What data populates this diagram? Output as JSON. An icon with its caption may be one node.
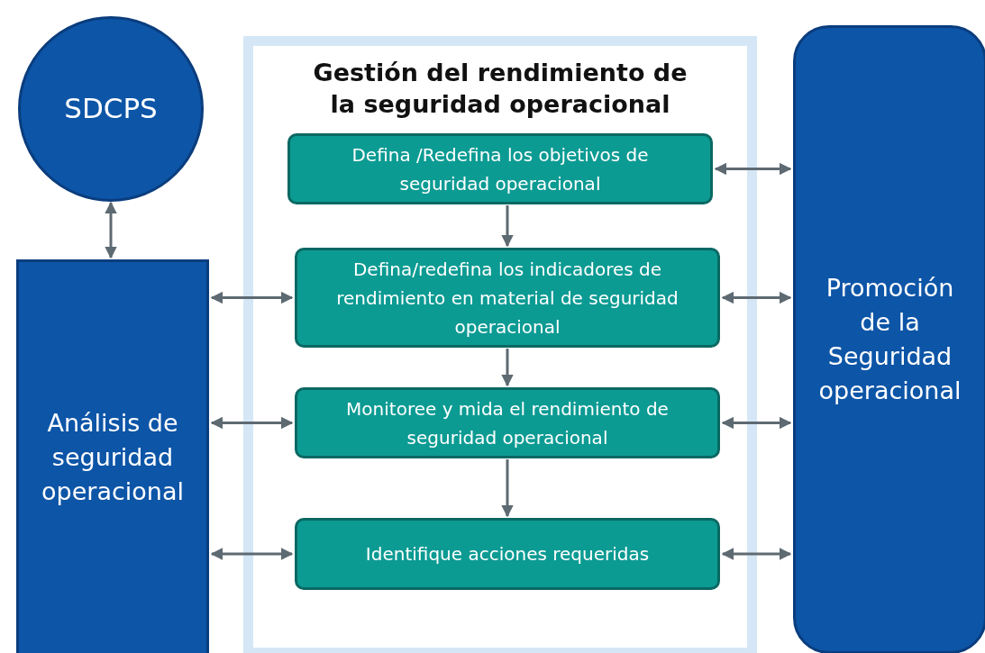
{
  "diagram": {
    "nodes": [
      {
        "text": [
          "SDCPS"
        ]
      },
      {
        "text": [
          "Gestión del rendimiento de la seguridad operacional"
        ]
      },
      {
        "text": [
          "Defina /Redefina los objetivos de seguridad operacional"
        ],
        "in": 1
      },
      {
        "text": [
          "Defina/redefina los indicadores de rendimiento en material de seguridad operacional"
        ],
        "in": 1
      },
      {
        "text": [
          "Monitoree y mida el rendimiento de seguridad operacional"
        ],
        "in": 1
      },
      {
        "text": [
          "Identifique acciones requeridas"
        ],
        "in": 1
      },
      {
        "text": [
          "Análisis de seguridad operacional"
        ]
      },
      {
        "text": [
          "Promoción de la Seguridad operacional"
        ]
      }
    ],
    "edges": [
      {
        "from": 0,
        "to": 6,
        "arrow": "both"
      },
      {
        "from": 2,
        "to": 3,
        "arrow": "to"
      },
      {
        "from": 3,
        "to": 4,
        "arrow": "to"
      },
      {
        "from": 4,
        "to": 5,
        "arrow": "to"
      },
      {
        "from": 6,
        "to": 3,
        "arrow": "both"
      },
      {
        "from": 6,
        "to": 4,
        "arrow": "both"
      },
      {
        "from": 6,
        "to": 5,
        "arrow": "both"
      },
      {
        "from": 2,
        "to": 7,
        "arrow": "both"
      },
      {
        "from": 3,
        "to": 7,
        "arrow": "both"
      },
      {
        "from": 4,
        "to": 7,
        "arrow": "both"
      },
      {
        "from": 5,
        "to": 7,
        "arrow": "both"
      }
    ]
  }
}
